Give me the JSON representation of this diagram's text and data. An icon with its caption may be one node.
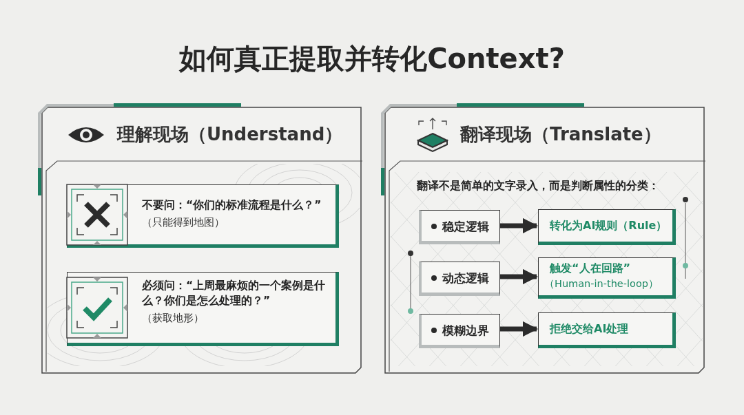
{
  "diagram": {
    "title": "如何真正提取并转化Context?",
    "nodes": [
      {
        "text": [
          "理解现场（Understand）"
        ]
      },
      {
        "text": [
          "不要问：“你们的标准流程是什么？”",
          "（只能得到地图）"
        ],
        "in": 0
      },
      {
        "text": [
          "必须问：“上周最麻烦的一个案例是什么？你们是怎么处理的？”",
          "（获取地形）"
        ],
        "in": 0
      },
      {
        "text": [
          "翻译现场（Translate）",
          "翻译不是简单的文字录入，而是判断属性的分类："
        ]
      },
      {
        "text": [
          "稳定逻辑"
        ],
        "in": 3
      },
      {
        "text": [
          "转化为AI规则（Rule）"
        ],
        "in": 3
      },
      {
        "text": [
          "动态逻辑"
        ],
        "in": 3
      },
      {
        "text": [
          "触发“人在回路”",
          "（Human-in-the-loop）"
        ],
        "in": 3
      },
      {
        "text": [
          "模糊边界"
        ],
        "in": 3
      },
      {
        "text": [
          "拒绝交给AI处理"
        ],
        "in": 3
      }
    ],
    "edges": [
      {
        "from": 4,
        "to": 5,
        "arrow": "to"
      },
      {
        "from": 6,
        "to": 7,
        "arrow": "to"
      },
      {
        "from": 8,
        "to": 9,
        "arrow": "to"
      }
    ]
  }
}
